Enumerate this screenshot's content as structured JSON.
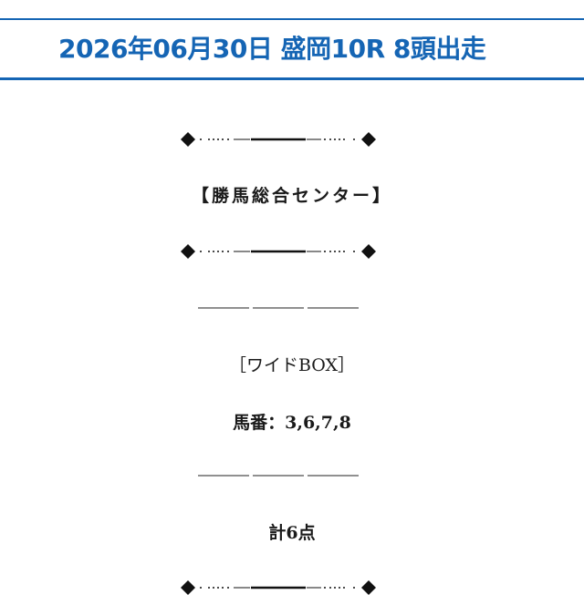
{
  "header": {
    "title": "2026年06月30日 盛岡10R 8頭出走"
  },
  "colors": {
    "accent": "#1565b4",
    "text": "#1a1a1a"
  },
  "icons": {
    "ornament": "diamond-dotted-rule-icon"
  },
  "prediction": {
    "source_label": "【勝馬総合センター】",
    "bet_type": "［ワイドBOX］",
    "horse_numbers": "馬番：3,6,7,8",
    "total_points": "計6点"
  }
}
